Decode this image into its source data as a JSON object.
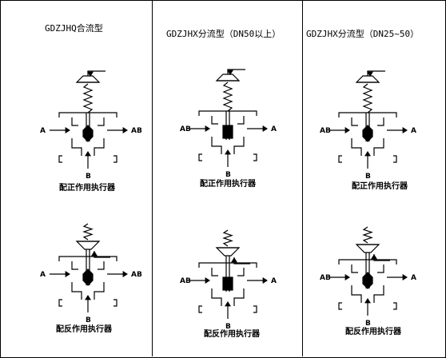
{
  "columns": [
    {
      "title": "GDZJHQ合流型",
      "captions": [
        "配正作用执行器",
        "配反作用执行器"
      ],
      "left": "A",
      "right": "AB",
      "bottom": "B"
    },
    {
      "title": "GDZJHX分流型（DN50以上）",
      "captions": [
        "配正作用执行器",
        "配反作用执行器"
      ],
      "left": "AB",
      "right": "A",
      "bottom": "B"
    },
    {
      "title": "GDZJHX分流型（DN25~50）",
      "captions": [
        "配正作用执行器",
        "配反作用执行器"
      ],
      "left": "AB",
      "right": "A",
      "bottom": "B"
    }
  ]
}
